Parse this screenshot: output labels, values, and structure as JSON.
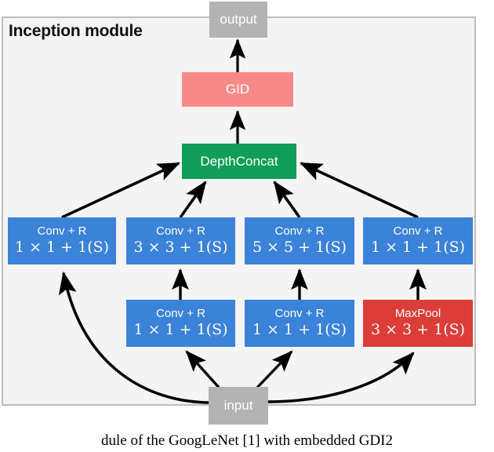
{
  "diagram": {
    "panel_title": "Inception module",
    "colors": {
      "panel_bg": "#f4f4f4",
      "panel_border": "#bdbdbd",
      "gray": "#b3b3b3",
      "blue": "#3b82d9",
      "green": "#0f9d58",
      "red": "#dd3d38",
      "salmon": "#fa8a8a",
      "arrow": "#000000"
    },
    "nodes": {
      "output": {
        "label": "output"
      },
      "gid": {
        "label": "GID"
      },
      "depthconcat": {
        "label": "DepthConcat"
      },
      "input": {
        "label": "input"
      },
      "row1": [
        {
          "line1": "Conv + R",
          "line2": "1 × 1  +  1(S)"
        },
        {
          "line1": "Conv + R",
          "line2": "3 × 3  +  1(S)"
        },
        {
          "line1": "Conv + R",
          "line2": "5 × 5  +  1(S)"
        },
        {
          "line1": "Conv + R",
          "line2": "1 × 1  +  1(S)"
        }
      ],
      "row2": [
        {
          "line1": "Conv + R",
          "line2": "1 × 1  +  1(S)"
        },
        {
          "line1": "Conv + R",
          "line2": "1 × 1  +  1(S)"
        },
        {
          "line1": "MaxPool",
          "line2": "3 × 3  +  1(S)"
        }
      ]
    },
    "caption": "dule of the GoogLeNet [1] with embedded GDI2"
  }
}
